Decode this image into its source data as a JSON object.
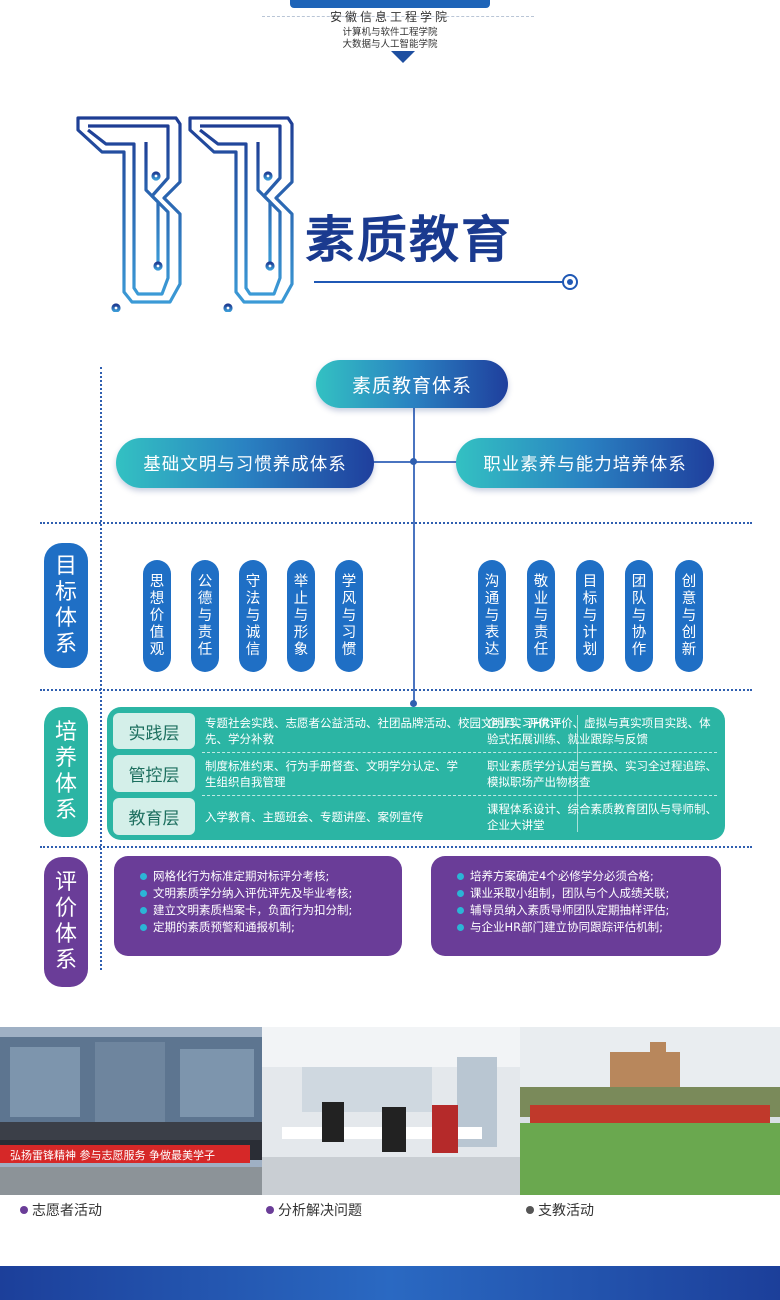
{
  "header": {
    "school": "安徽信息工程学院",
    "dept1": "计算机与软件工程学院",
    "dept2": "大数据与人工智能学院"
  },
  "title": "素质教育",
  "system": {
    "top": "素质教育体系",
    "left": "基础文明与习惯养成体系",
    "right": "职业素养与能力培养体系"
  },
  "sections": {
    "goal": [
      "目",
      "标",
      "体",
      "系"
    ],
    "train": [
      "培",
      "养",
      "体",
      "系"
    ],
    "eval": [
      "评",
      "价",
      "体",
      "系"
    ]
  },
  "goals_left": [
    [
      "思",
      "想",
      "价",
      "值",
      "观"
    ],
    [
      "公",
      "德",
      "与",
      "责",
      "任"
    ],
    [
      "守",
      "法",
      "与",
      "诚",
      "信"
    ],
    [
      "举",
      "止",
      "与",
      "形",
      "象"
    ],
    [
      "学",
      "风",
      "与",
      "习",
      "惯"
    ]
  ],
  "goals_right": [
    [
      "沟",
      "通",
      "与",
      "表",
      "达"
    ],
    [
      "敬",
      "业",
      "与",
      "责",
      "任"
    ],
    [
      "目",
      "标",
      "与",
      "计",
      "划"
    ],
    [
      "团",
      "队",
      "与",
      "协",
      "作"
    ],
    [
      "创",
      "意",
      "与",
      "创",
      "新"
    ]
  ],
  "training": [
    {
      "label": "实践层",
      "left": "专题社会实践、志愿者公益活动、社团品牌活动、校园文明月、评优评先、学分补救",
      "right": "企业实习HR评价、虚拟与真实项目实践、体验式拓展训练、就业跟踪与反馈"
    },
    {
      "label": "管控层",
      "left": "制度标准约束、行为手册督查、文明学分认定、学生组织自我管理",
      "right": "职业素质学分认定与置换、实习全过程追踪、模拟职场产出物核查"
    },
    {
      "label": "教育层",
      "left": "入学教育、主题班会、专题讲座、案例宣传",
      "right": "课程体系设计、综合素质教育团队与导师制、企业大讲堂"
    }
  ],
  "eval_left": [
    "网格化行为标准定期对标评分考核;",
    "文明素质学分纳入评优评先及毕业考核;",
    "建立文明素质档案卡，负面行为扣分制;",
    "定期的素质预警和通报机制;"
  ],
  "eval_right": [
    "培养方案确定4个必修学分必须合格;",
    "课业采取小组制，团队与个人成绩关联;",
    "辅导员纳入素质导师团队定期抽样评估;",
    "与企业HR部门建立协同跟踪评估机制;"
  ],
  "photos": {
    "banner": "弘扬雷锋精神  参与志愿服务  争做最美学子",
    "captions": [
      "志愿者活动",
      "分析解决问题",
      "支教活动"
    ]
  },
  "colors": {
    "navy": "#1a3a8f",
    "blue": "#1f6fc5",
    "teal": "#2bb5a4",
    "purple": "#6a3d98",
    "red": "#d62828"
  }
}
